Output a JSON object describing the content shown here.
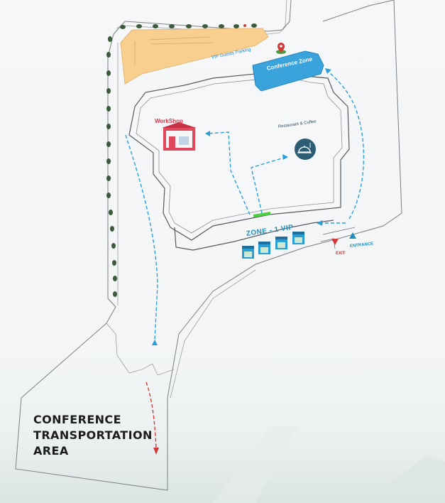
{
  "map": {
    "transport_area_lines": [
      "CONFERENCE",
      "TRANSPORTATION",
      "AREA"
    ],
    "labels": {
      "workshop": "WorkShop",
      "restaurant": "Restaurant & Coffee",
      "vip_parking": "VIP Guests Parking",
      "conference_zone": "Conference Zone",
      "zone_vip": "ZONE - 1  VIP",
      "exit": "EXIT",
      "entrance": "ENTRANCE"
    },
    "icons": [
      "workshop-icon",
      "restaurant-icon",
      "location-pin-icon",
      "vip-booth-icon",
      "tree-icon",
      "exit-arrow-icon",
      "entrance-arrow-icon"
    ],
    "colors": {
      "route_blue": "#2a9fd6",
      "route_red": "#d23a3a",
      "parking_fill": "#f8cf8e",
      "conference_fill": "#3aa3dc",
      "workshop_red": "#e0485b",
      "restaurant_teal": "#2c5d74",
      "gate_green": "#4cd23c",
      "tree_green": "#3c5a3c"
    }
  }
}
